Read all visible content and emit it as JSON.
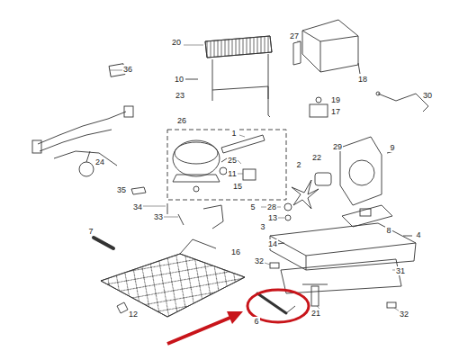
{
  "diagram": {
    "labels": [
      "20",
      "27",
      "36",
      "10",
      "18",
      "23",
      "30",
      "19",
      "17",
      "26",
      "1",
      "24",
      "25",
      "9",
      "29",
      "11",
      "22",
      "2",
      "35",
      "15",
      "8",
      "34",
      "5",
      "28",
      "33",
      "13",
      "3",
      "4",
      "7",
      "14",
      "16",
      "32",
      "31",
      "12",
      "6",
      "21",
      "32"
    ]
  }
}
